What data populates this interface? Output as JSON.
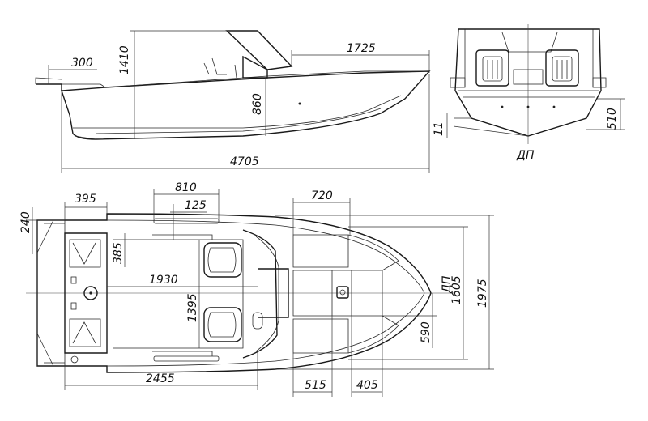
{
  "side_view": {
    "dims": {
      "transom_step": "300",
      "total_height": "1410",
      "deck_length": "1725",
      "side_height": "860",
      "overall_length": "4705"
    }
  },
  "rear_view": {
    "dims": {
      "deadrise": "11",
      "transom_height": "510"
    },
    "centerline_label": "ДП"
  },
  "top_view": {
    "dims": {
      "aft_tube_width": "240",
      "aft_compartment": "395",
      "side_locker": "810",
      "side_deck": "125",
      "locker_depth": "385",
      "cockpit_length": "1930",
      "cockpit_width": "1395",
      "bow_section": "720",
      "inner_beam": "1605",
      "overall_beam": "1975",
      "hatch_width": "590",
      "aft_to_console": "2455",
      "hatch_a": "515",
      "hatch_b": "405"
    },
    "centerline_label": "ДП"
  }
}
